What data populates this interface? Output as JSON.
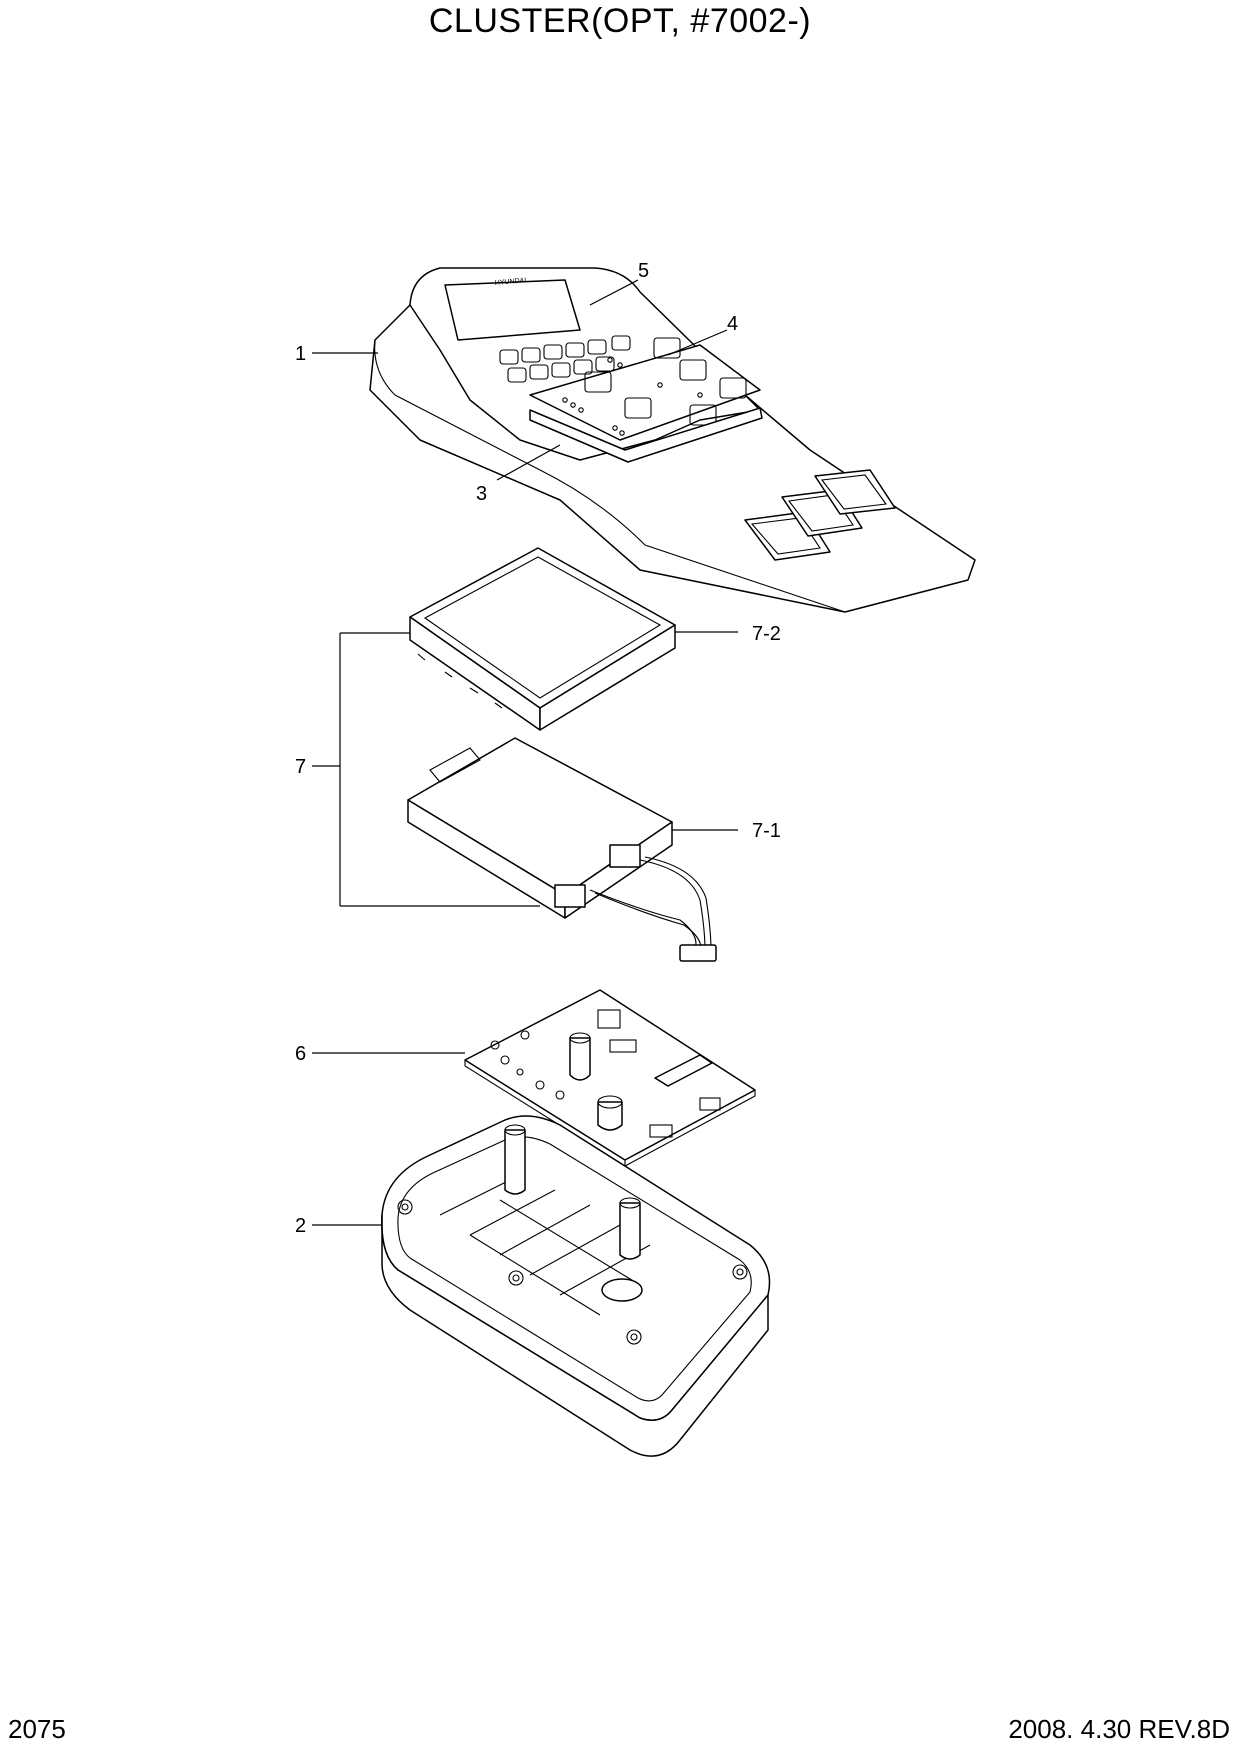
{
  "title": "CLUSTER(OPT, #7002-)",
  "page_number": "2075",
  "revision": "2008. 4.30  REV.8D",
  "callouts": {
    "c1": "1",
    "c2": "2",
    "c3": "3",
    "c4": "4",
    "c5": "5",
    "c6": "6",
    "c7": "7",
    "c7_1": "7-1",
    "c7_2": "7-2"
  }
}
